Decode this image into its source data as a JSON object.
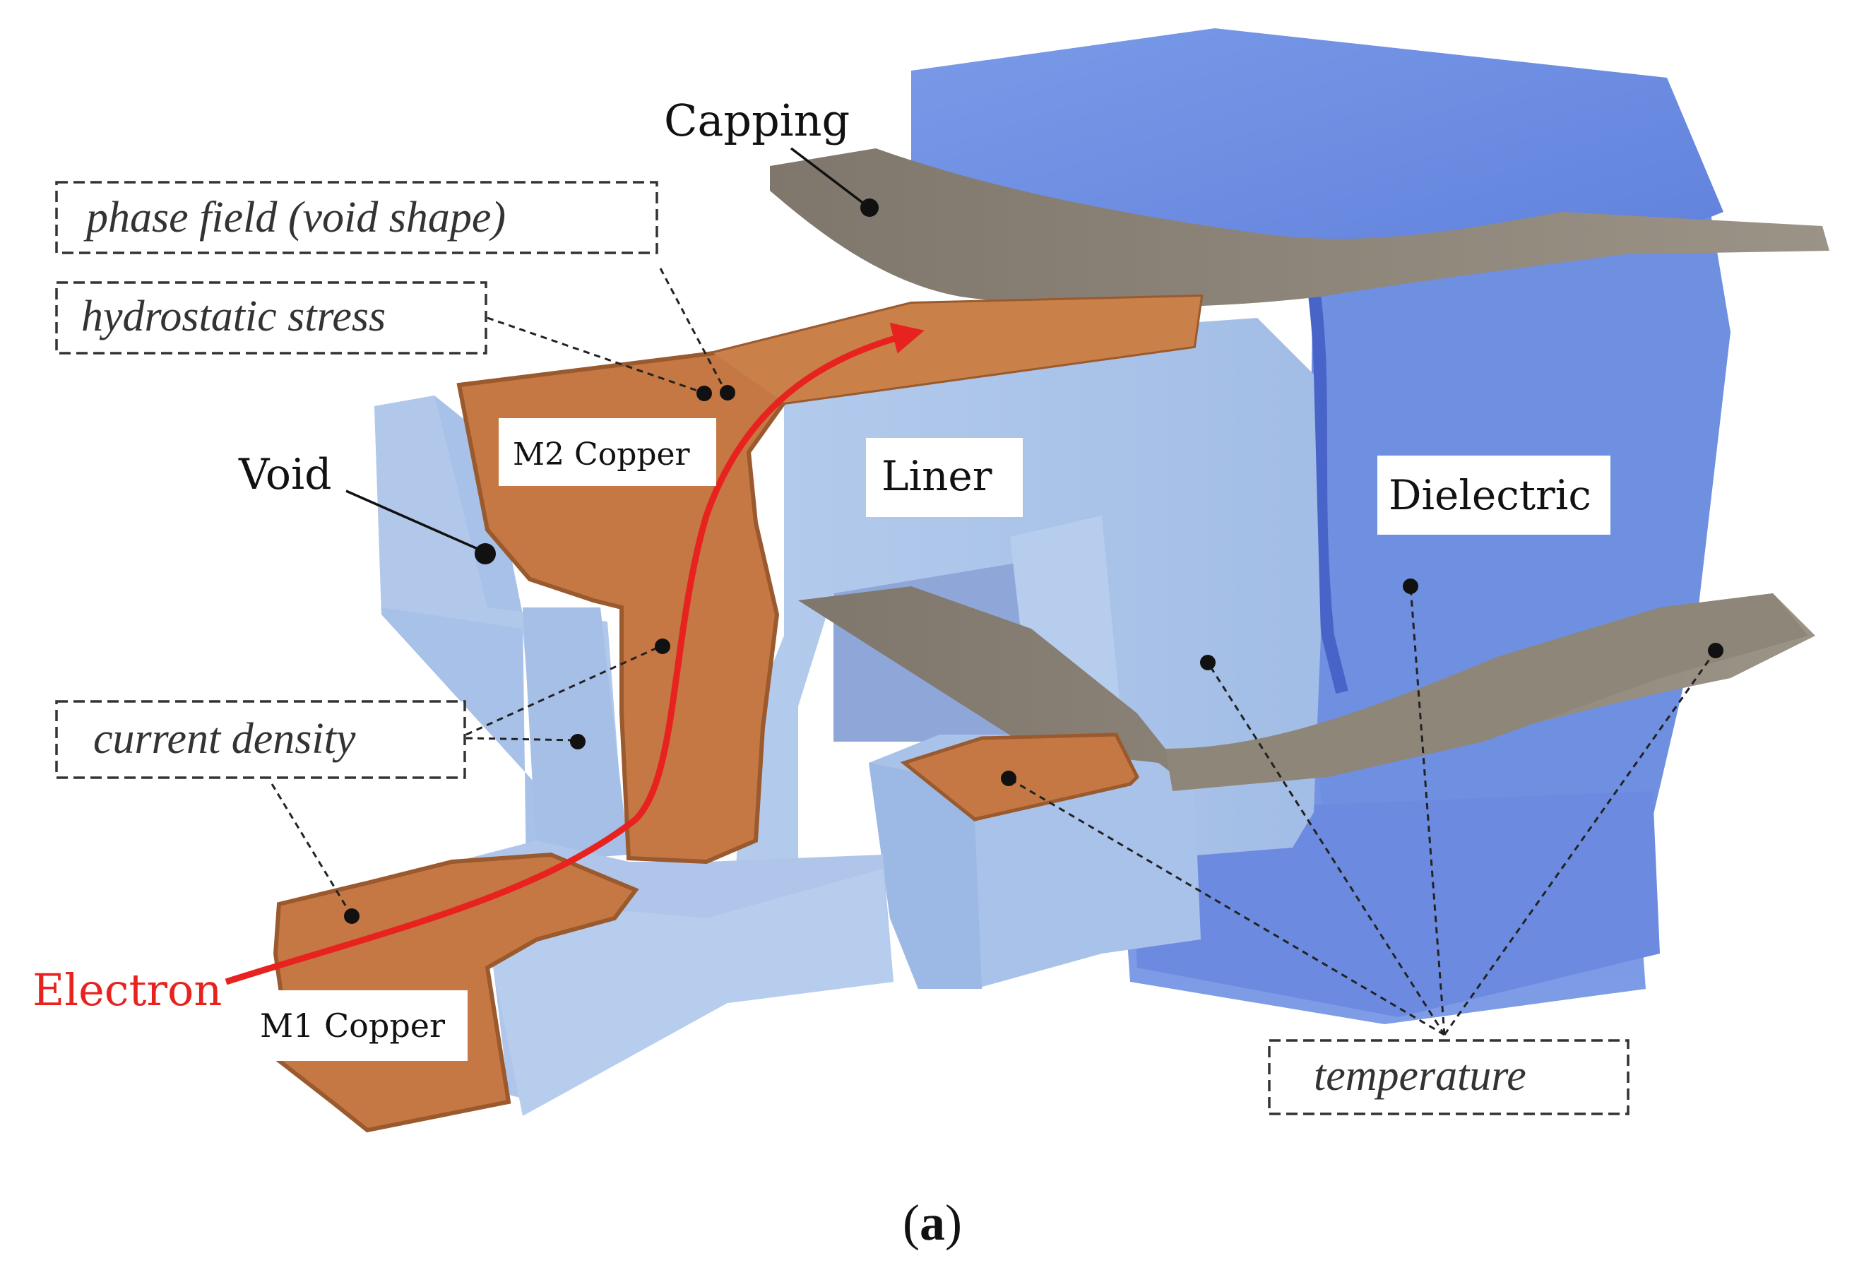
{
  "labels": {
    "capping": "Capping",
    "void": "Void",
    "m2_copper": "M2 Copper",
    "liner": "Liner",
    "dielectric": "Dielectric",
    "m1_copper": "M1 Copper",
    "electron": "Electron"
  },
  "fields": {
    "phase_field": "phase field (void shape)",
    "hydrostatic_stress": "hydrostatic stress",
    "current_density": "current density",
    "temperature": "temperature"
  },
  "caption": {
    "open": "(",
    "letter": "a",
    "close": ")"
  },
  "colors": {
    "copper": "#c97a42",
    "copper_dark": "#9c5a2c",
    "liner": "#a9c3e8",
    "liner_shade": "#8fb0de",
    "dielectric": "#6f8fe0",
    "dielectric_dark": "#4f6fd0",
    "capping": "#8d8578",
    "electron": "#e8231f"
  }
}
